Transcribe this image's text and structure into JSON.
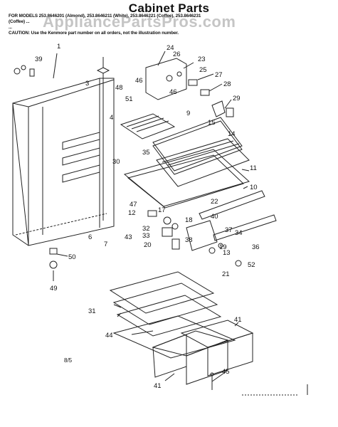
{
  "header": {
    "title": "Cabinet Parts",
    "models_line_1": "FOR MODELS 253.8646201 (Almond), 253.8646211 (White), 253.8646221 (Coffee), 253.8646231",
    "models_line_2": "(Coffee) ...",
    "models_line_3": "...",
    "caution_line": "CAUTION: Use the Kenmore part number on all orders, not the illustration number."
  },
  "watermark": "AppliancePartsPros.com",
  "callouts": [
    "1",
    "24",
    "26",
    "23",
    "25",
    "27",
    "28",
    "29",
    "39",
    "3",
    "48",
    "46",
    "46",
    "51",
    "4",
    "9",
    "15",
    "14",
    "35",
    "30",
    "11",
    "10",
    "47",
    "22",
    "12",
    "17",
    "18",
    "40",
    "37",
    "34",
    "36",
    "32",
    "33",
    "38",
    "19",
    "13",
    "52",
    "20",
    "43",
    "21",
    "6",
    "7",
    "50",
    "49",
    "31",
    "44",
    "41",
    "41",
    "45"
  ],
  "footer": {
    "page_code": "8/5"
  }
}
